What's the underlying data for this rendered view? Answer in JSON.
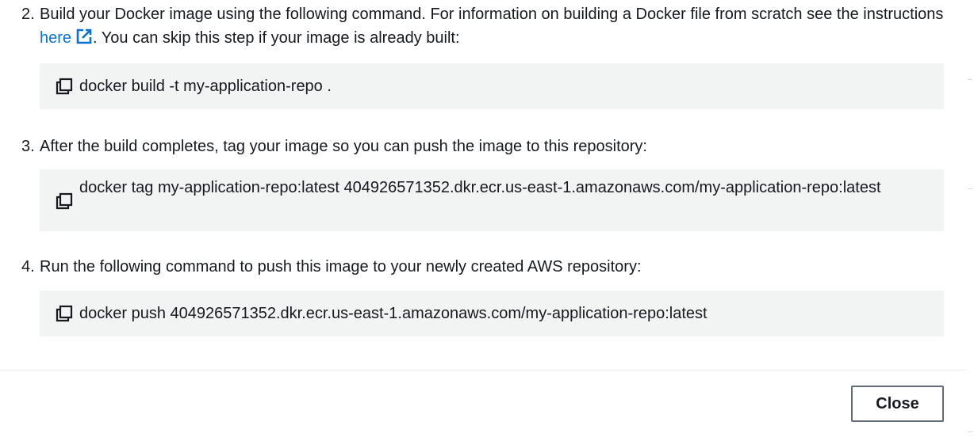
{
  "steps": [
    {
      "number": "2.",
      "text_before_link": "Build your Docker image using the following command. For information on building a Docker file from scratch see the instructions ",
      "link_label": "here",
      "text_after_link": ". You can skip this step if your image is already built:",
      "command": "docker build -t my-application-repo ."
    },
    {
      "number": "3.",
      "text": "After the build completes, tag your image so you can push the image to this repository:",
      "command": "docker tag my-application-repo:latest 404926571352.dkr.ecr.us-east-1.amazonaws.com/my-application-repo:latest"
    },
    {
      "number": "4.",
      "text": "Run the following command to push this image to your newly created AWS repository:",
      "command": "docker push 404926571352.dkr.ecr.us-east-1.amazonaws.com/my-application-repo:latest"
    }
  ],
  "footer": {
    "close_label": "Close"
  },
  "icons": {
    "copy": "copy-icon",
    "external_link": "external-link-icon"
  },
  "colors": {
    "link": "#0972d3",
    "code_background": "#f2f3f3",
    "text": "#16191f",
    "button_border": "#5f6b7a"
  }
}
